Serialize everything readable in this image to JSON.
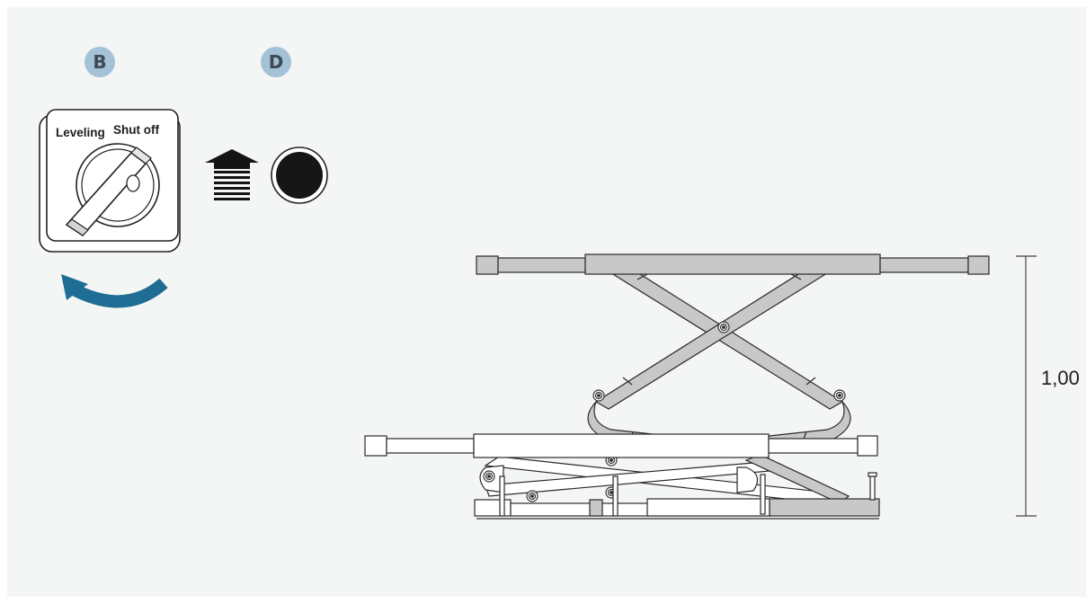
{
  "labels": {
    "badge_b": "B",
    "badge_d": "D",
    "switch_left": "Leveling",
    "switch_right": "Shut off",
    "dimension": "1,00"
  },
  "icons": {
    "rotate_arrow": "curved-arrow-counterclockwise",
    "up_arrow": "arrow-up-with-stripes",
    "button": "black-round-pushbutton"
  },
  "colors": {
    "background": "#f4f6f5",
    "badge": "#a3c2d6",
    "arrow_blue": "#1f6d95",
    "lift_gray": "#c8c8c8"
  }
}
